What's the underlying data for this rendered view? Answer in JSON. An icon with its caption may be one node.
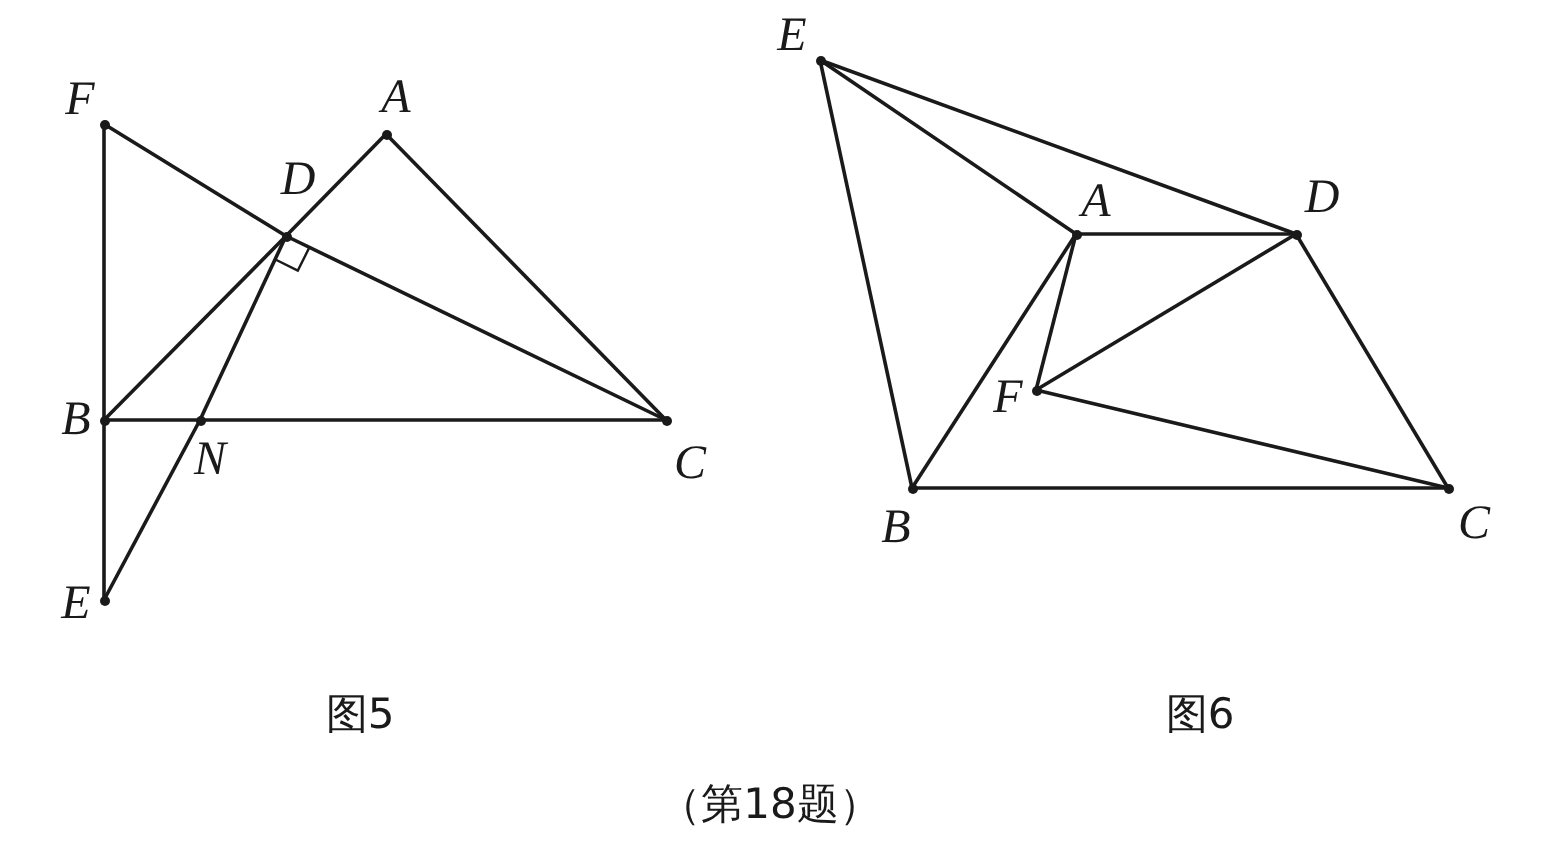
{
  "diagram": {
    "nodes": [
      {
        "text": [],
        "shape": "point",
        "beside": [
          "F"
        ]
      },
      {
        "text": [],
        "shape": "point",
        "beside": [
          "A"
        ]
      },
      {
        "text": [],
        "shape": "point",
        "beside": [
          "D"
        ]
      },
      {
        "text": [],
        "shape": "point",
        "beside": [
          "B"
        ]
      },
      {
        "text": [],
        "shape": "point",
        "beside": [
          "N"
        ]
      },
      {
        "text": [],
        "shape": "point",
        "beside": [
          "C"
        ]
      },
      {
        "text": [],
        "shape": "point",
        "beside": [
          "E"
        ]
      },
      {
        "text": [],
        "shape": "point",
        "beside": [
          "E"
        ]
      },
      {
        "text": [],
        "shape": "point",
        "beside": [
          "A"
        ]
      },
      {
        "text": [],
        "shape": "point",
        "beside": [
          "D"
        ]
      },
      {
        "text": [],
        "shape": "point",
        "beside": [
          "F"
        ]
      },
      {
        "text": [],
        "shape": "point",
        "beside": [
          "B"
        ]
      },
      {
        "text": [],
        "shape": "point",
        "beside": [
          "C"
        ]
      }
    ],
    "edges": [
      {
        "from": 0,
        "to": 3,
        "arrow": "none"
      },
      {
        "from": 3,
        "to": 6,
        "arrow": "none"
      },
      {
        "from": 0,
        "to": 2,
        "arrow": "none"
      },
      {
        "from": 2,
        "to": 5,
        "arrow": "none"
      },
      {
        "from": 3,
        "to": 2,
        "arrow": "none"
      },
      {
        "from": 2,
        "to": 1,
        "arrow": "none"
      },
      {
        "from": 1,
        "to": 5,
        "arrow": "none"
      },
      {
        "from": 3,
        "to": 4,
        "arrow": "none"
      },
      {
        "from": 4,
        "to": 5,
        "arrow": "none"
      },
      {
        "from": 6,
        "to": 4,
        "arrow": "none"
      },
      {
        "from": 4,
        "to": 2,
        "arrow": "none"
      },
      {
        "from": 7,
        "to": 9,
        "arrow": "none"
      },
      {
        "from": 7,
        "to": 8,
        "arrow": "none"
      },
      {
        "from": 7,
        "to": 11,
        "arrow": "none"
      },
      {
        "from": 8,
        "to": 9,
        "arrow": "none"
      },
      {
        "from": 8,
        "to": 10,
        "arrow": "none"
      },
      {
        "from": 11,
        "to": 8,
        "arrow": "none"
      },
      {
        "from": 10,
        "to": 9,
        "arrow": "none"
      },
      {
        "from": 10,
        "to": 12,
        "arrow": "none"
      },
      {
        "from": 9,
        "to": 12,
        "arrow": "none"
      },
      {
        "from": 11,
        "to": 12,
        "arrow": "none"
      }
    ],
    "labels": [
      "图5",
      "图6",
      "（第18题）"
    ]
  }
}
